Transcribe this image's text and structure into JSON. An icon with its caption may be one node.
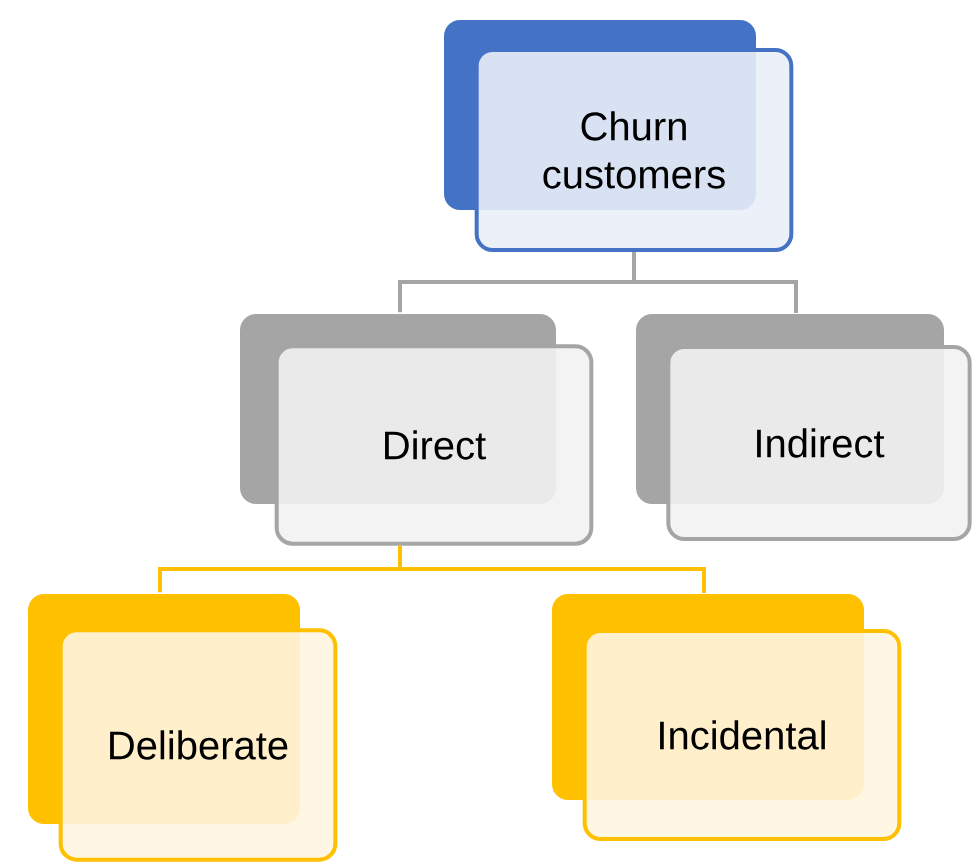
{
  "diagram": {
    "nodes": [
      {
        "text": [
          "Churn customers"
        ]
      },
      {
        "text": [
          "Direct"
        ]
      },
      {
        "text": [
          "Indirect"
        ]
      },
      {
        "text": [
          "Deliberate"
        ]
      },
      {
        "text": [
          "Incidental"
        ]
      }
    ],
    "edges": [
      {
        "from": 0,
        "to": 1,
        "arrow": "none",
        "color": "#a5a5a5"
      },
      {
        "from": 0,
        "to": 2,
        "arrow": "none",
        "color": "#a5a5a5"
      },
      {
        "from": 1,
        "to": 3,
        "arrow": "none",
        "color": "#ffc000"
      },
      {
        "from": 1,
        "to": 4,
        "arrow": "none",
        "color": "#ffc000"
      }
    ]
  }
}
